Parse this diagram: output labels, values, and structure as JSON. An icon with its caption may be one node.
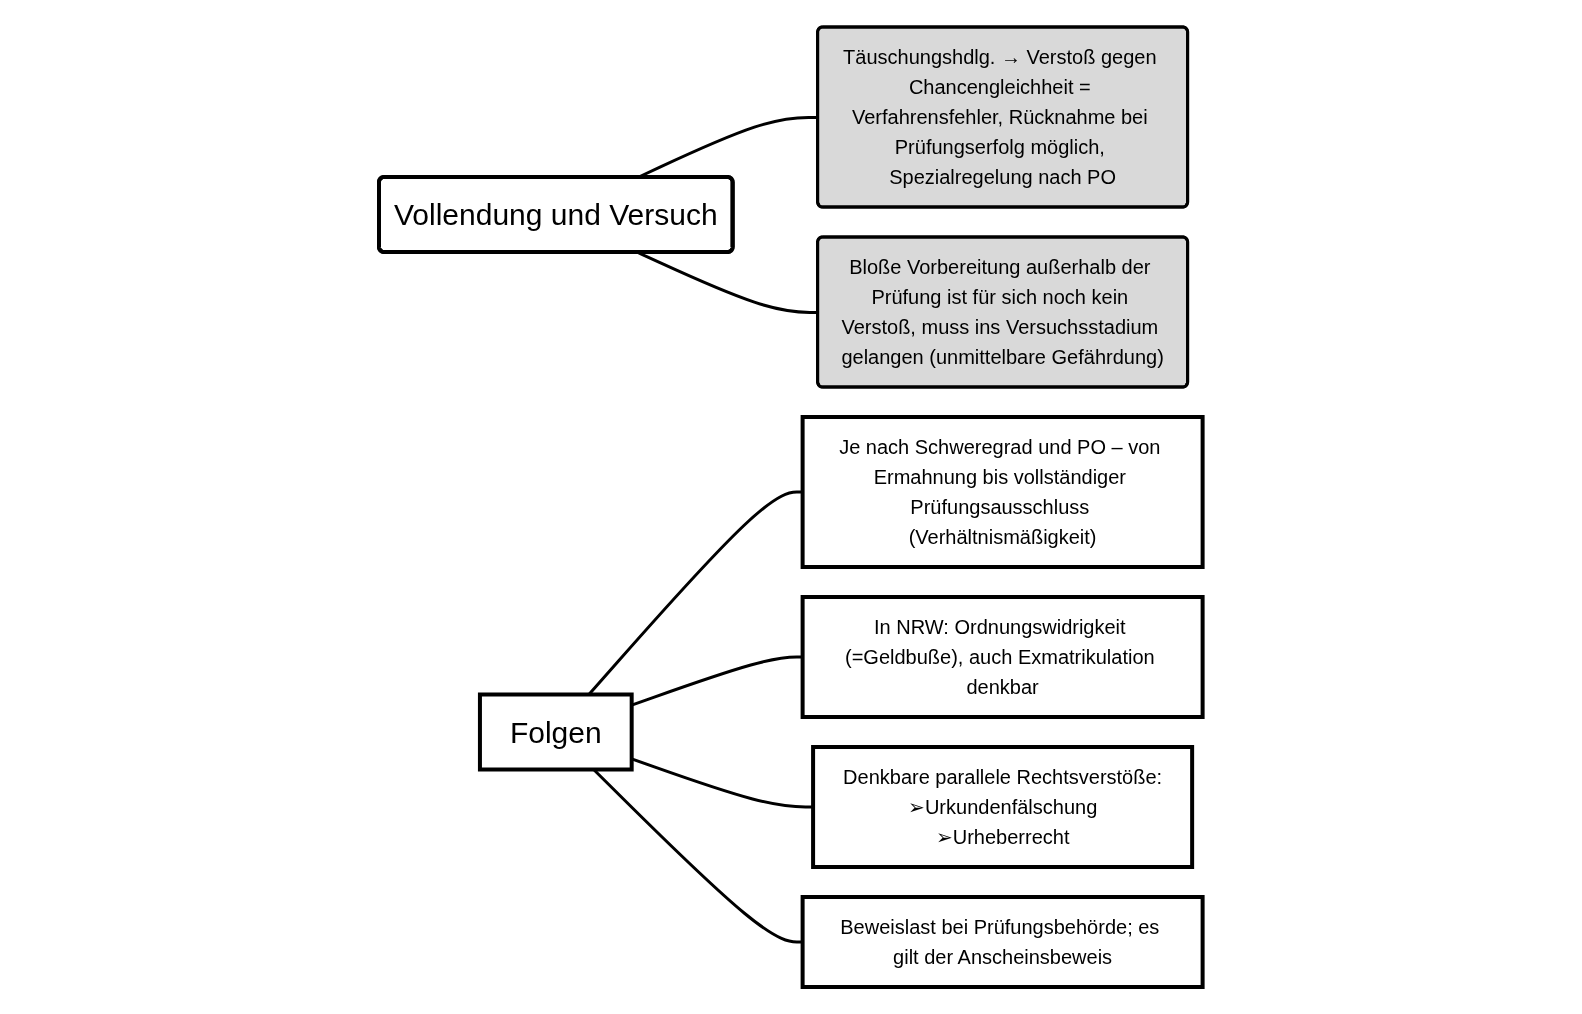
{
  "diagram": {
    "nodes": [
      {
        "text": [
          "Vollendung und Versuch"
        ]
      },
      {
        "text": [
          "Täuschungshdlg. → Verstoß gegen Chancengleichheit = Verfahrensfehler, Rücknahme bei Prüfungserfolg möglich, Spezialregelung nach PO"
        ]
      },
      {
        "text": [
          "Bloße Vorbereitung außerhalb der Prüfung ist für sich noch kein Verstoß, muss ins Versuchsstadium gelangen (unmittelbare Gefährdung)"
        ]
      },
      {
        "text": [
          "Folgen"
        ]
      },
      {
        "text": [
          "Je nach Schweregrad und PO – von Ermahnung bis vollständiger Prüfungsausschluss (Verhältnismäßigkeit)"
        ]
      },
      {
        "text": [
          "In NRW: Ordnungswidrigkeit (=Geldbuße), auch Exmatrikulation denkbar"
        ]
      },
      {
        "text": [
          "Denkbare parallele Rechtsverstöße:",
          "➢Urkundenfälschung",
          "➢Urheberrecht"
        ]
      },
      {
        "text": [
          "Beweislast bei Prüfungsbehörde; es gilt der Anscheinsbeweis"
        ]
      }
    ],
    "edges": [
      {
        "from": 0,
        "to": 1,
        "arrow": "none"
      },
      {
        "from": 0,
        "to": 2,
        "arrow": "none"
      },
      {
        "from": 3,
        "to": 4,
        "arrow": "none"
      },
      {
        "from": 3,
        "to": 5,
        "arrow": "none"
      },
      {
        "from": 3,
        "to": 6,
        "arrow": "none"
      },
      {
        "from": 3,
        "to": 7,
        "arrow": "none"
      }
    ]
  }
}
